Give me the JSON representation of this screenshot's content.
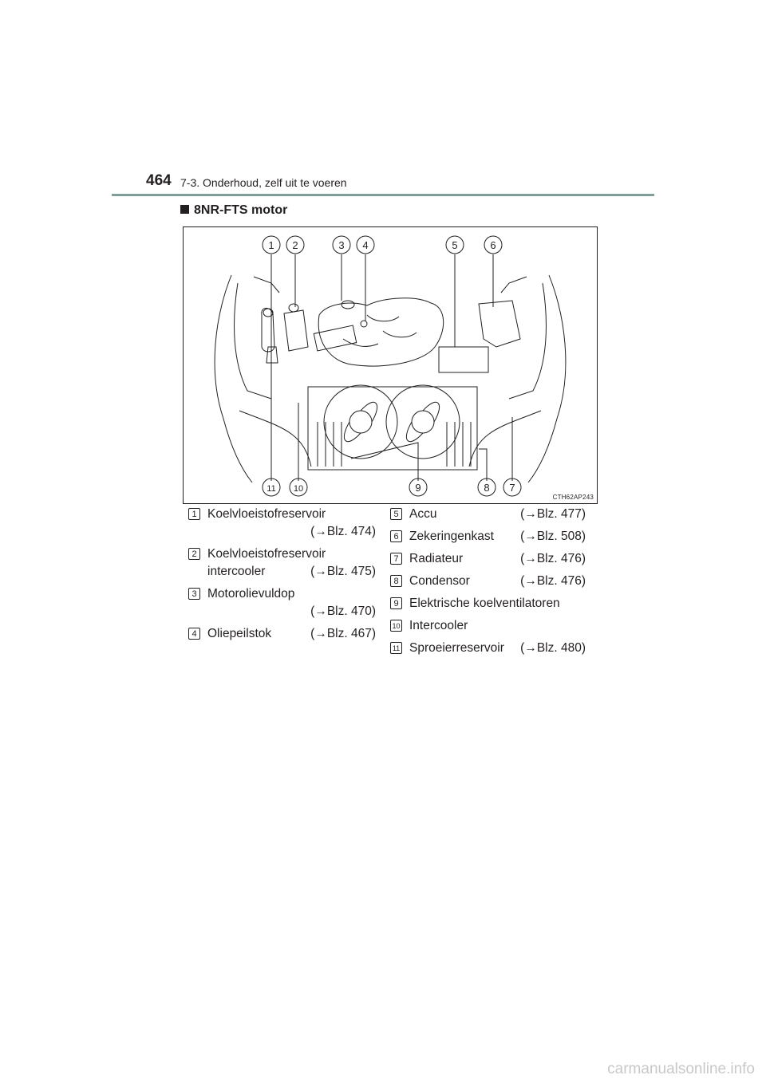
{
  "header": {
    "page_number": "464",
    "section": "7-3. Onderhoud, zelf uit te voeren"
  },
  "heading": "8NR-FTS motor",
  "figure": {
    "code": "CTH62AP243",
    "callouts": [
      "1",
      "2",
      "3",
      "4",
      "5",
      "6",
      "7",
      "8",
      "9",
      "10",
      "11"
    ]
  },
  "legend": [
    {
      "num": "1",
      "name": "Koelvloeistofreservoir",
      "ref": "(→Blz. 474)"
    },
    {
      "num": "2",
      "name": "Koelvloeistofreservoir",
      "name2": "intercooler",
      "ref": "(→Blz. 475)"
    },
    {
      "num": "3",
      "name": "Motorolievuldop",
      "ref": "(→Blz. 470)"
    },
    {
      "num": "4",
      "name": "Oliepeilstok",
      "ref": "(→Blz. 467)"
    },
    {
      "num": "5",
      "name": "Accu",
      "ref": "(→Blz. 477)"
    },
    {
      "num": "6",
      "name": "Zekeringenkast",
      "ref": "(→Blz. 508)"
    },
    {
      "num": "7",
      "name": "Radiateur",
      "ref": "(→Blz. 476)"
    },
    {
      "num": "8",
      "name": "Condensor",
      "ref": "(→Blz. 476)"
    },
    {
      "num": "9",
      "name": "Elektrische koelventilatoren",
      "ref": ""
    },
    {
      "num": "10",
      "name": "Intercooler",
      "ref": ""
    },
    {
      "num": "11",
      "name": "Sproeierreservoir",
      "ref": "(→Blz. 480)"
    }
  ],
  "watermark": "carmanualsonline.info"
}
